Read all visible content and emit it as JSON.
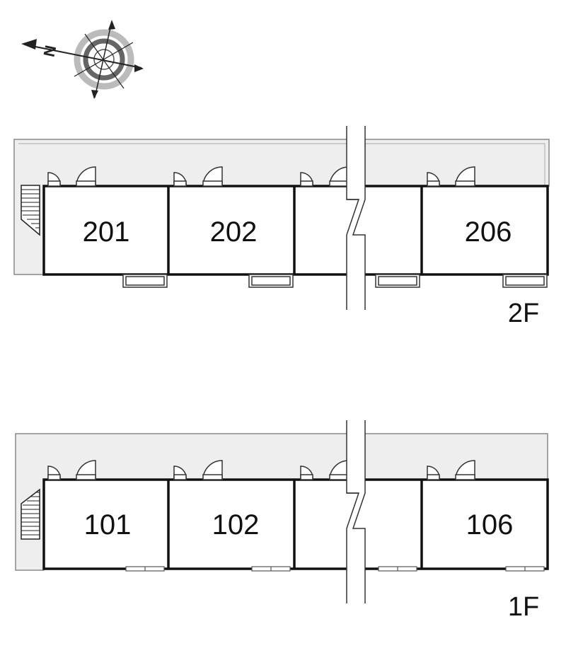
{
  "compass": {
    "north_label": "N"
  },
  "floors": [
    {
      "id": "2f",
      "label": "2F",
      "rooms": [
        {
          "label": "201"
        },
        {
          "label": "202"
        },
        {
          "label": ""
        },
        {
          "label": "206"
        }
      ]
    },
    {
      "id": "1f",
      "label": "1F",
      "rooms": [
        {
          "label": "101"
        },
        {
          "label": "102"
        },
        {
          "label": ""
        },
        {
          "label": "106"
        }
      ]
    }
  ],
  "colors": {
    "corridor": "#eeeeee",
    "wall": "#111111",
    "outline": "#888888",
    "compass_gray": "#bbbbbb",
    "compass_dark": "#666666"
  }
}
